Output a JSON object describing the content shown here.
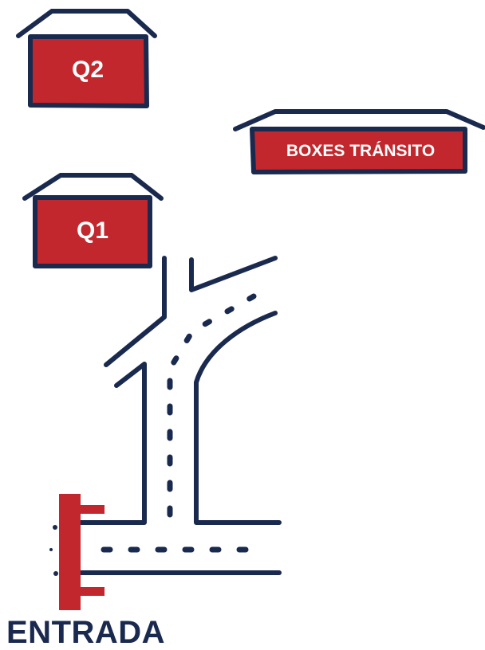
{
  "colors": {
    "building_fill": "#c1272d",
    "outline": "#1a2a4f",
    "entrance_gate": "#c1272d",
    "label_text": "#ffffff",
    "entrance_text": "#1a2a4f"
  },
  "buildings": {
    "q2": {
      "label": "Q2",
      "icon": "warehouse-icon"
    },
    "boxes": {
      "label": "BOXES TRÁNSITO",
      "icon": "warehouse-icon"
    },
    "q1": {
      "label": "Q1",
      "icon": "warehouse-icon"
    }
  },
  "roads": {
    "icon": "road-network"
  },
  "entrance": {
    "label": "ENTRADA",
    "icon": "gate-icon"
  }
}
